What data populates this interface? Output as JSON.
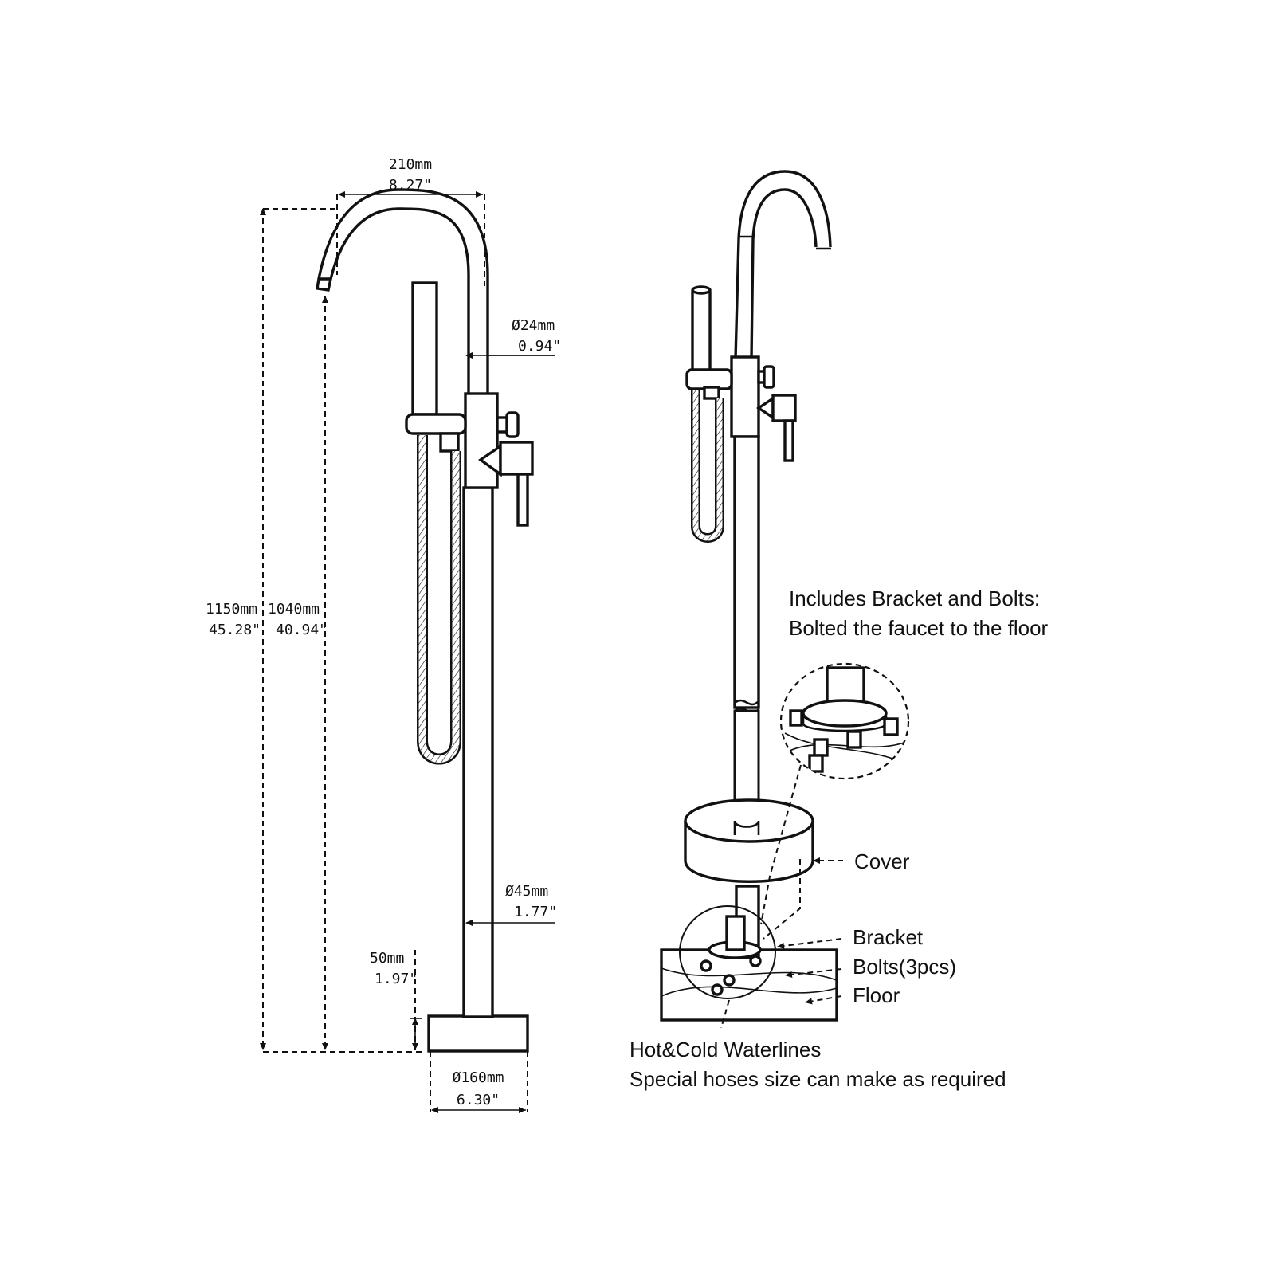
{
  "dimensions": {
    "spout_reach": [
      "210mm",
      "8.27\""
    ],
    "spout_diameter": [
      "Ø24mm",
      "0.94\""
    ],
    "total_height": [
      "1150mm",
      "45.28\""
    ],
    "spout_height": [
      "1040mm",
      "40.94\""
    ],
    "column_diameter": [
      "Ø45mm",
      "1.77\""
    ],
    "base_height": [
      "50mm",
      "1.97\""
    ],
    "base_diameter": [
      "Ø160mm",
      "6.30\""
    ]
  },
  "notes": {
    "includes_line1": "Includes Bracket and Bolts:",
    "includes_line2": "Bolted the faucet to the floor",
    "waterlines_line1": "Hot&Cold Waterlines",
    "waterlines_line2": "Special hoses size can make as required"
  },
  "callouts": {
    "cover": "Cover",
    "bracket": "Bracket",
    "bolts": "Bolts(3pcs)",
    "floor": "Floor"
  }
}
